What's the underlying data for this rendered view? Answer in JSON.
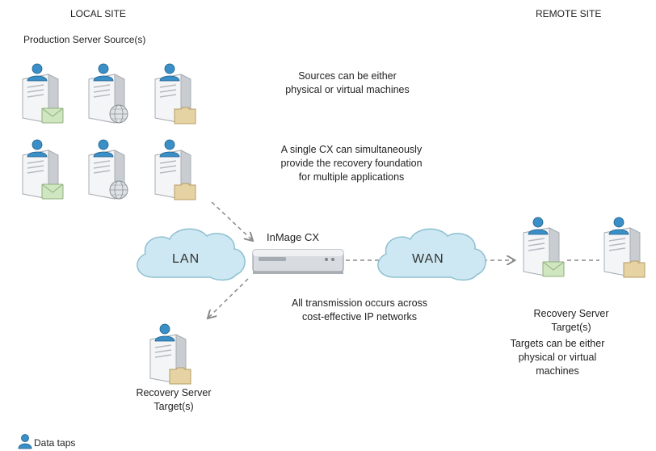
{
  "headings": {
    "local_site": "LOCAL SITE",
    "remote_site": "REMOTE SITE",
    "production_sources": "Production Server Source(s)"
  },
  "notes": {
    "sources_type": "Sources can be either\nphysical or virtual machines",
    "single_cx": "A single CX can simultaneously\nprovide the recovery foundation\nfor multiple applications",
    "transmission": "All transmission occurs across\ncost-effective IP networks",
    "targets_type": "Targets can be either\nphysical or virtual\nmachines"
  },
  "network": {
    "lan": "LAN",
    "wan": "WAN",
    "cx_label": "InMage CX"
  },
  "recovery": {
    "local_target": "Recovery Server\nTarget(s)",
    "remote_target": "Recovery Server\nTarget(s)"
  },
  "legend": {
    "data_taps": "Data taps"
  },
  "colors": {
    "cloud_fill": "#cde8f2",
    "cloud_stroke": "#8fbfd1",
    "tap_person": "#3a8fc7",
    "mail_badge": "#cfe6c0",
    "folder_badge": "#e6d3a4",
    "connector": "#8a8a8a"
  }
}
